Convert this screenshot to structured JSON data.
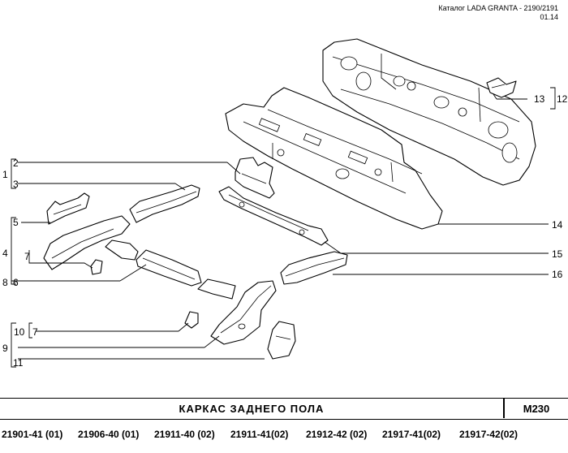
{
  "header": {
    "catalog_line": "Каталог  LADA GRANTA - 2190/2191",
    "date": "01.14"
  },
  "callouts": {
    "c1": "1",
    "c2": "2",
    "c3": "3",
    "c4": "4",
    "c5": "5",
    "c6": "6",
    "c7a": "7",
    "c7b": "7",
    "c8": "8",
    "c9": "9",
    "c10": "10",
    "c11": "11",
    "c12": "12",
    "c13": "13",
    "c14": "14",
    "c15": "15",
    "c16": "16"
  },
  "title": {
    "text": "КАРКАС   ЗАДНЕГО   ПОЛА",
    "code": "M230"
  },
  "models": [
    "21901-41 (01)",
    "21906-40 (01)",
    "21911-40 (02)",
    "21911-41(02)",
    "21912-42 (02)",
    "21917-41(02)",
    "21917-42(02)"
  ]
}
